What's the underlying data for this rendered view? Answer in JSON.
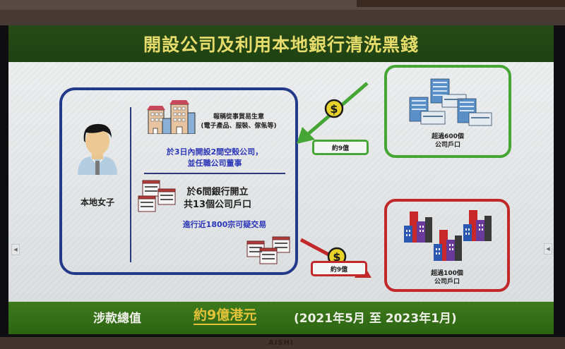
{
  "slide": {
    "title": "開設公司及利用本地銀行清洗黑錢"
  },
  "left_panel": {
    "person_label": "本地女子",
    "trade_text_line1": "報稱從事貿易生意",
    "trade_text_line2": "(電子產品、服裝、傢俬等)",
    "shell_text_line1": "於3日內開設2間空殼公司，",
    "shell_text_line2": "並任職公司董事",
    "bank_text_line1": "於6間銀行開立",
    "bank_text_line2": "共13個公司戶口",
    "transactions_text": "進行近1800宗可疑交易"
  },
  "inflow": {
    "amount_label": "約9億",
    "box_caption_line1": "超過600個",
    "box_caption_line2": "公司戶口",
    "color": "#45a636"
  },
  "outflow": {
    "amount_label": "約9億",
    "box_caption_line1": "超過100個",
    "box_caption_line2": "公司戶口",
    "color": "#c0282a"
  },
  "footer": {
    "label": "涉款總值",
    "amount": "約9億港元",
    "period": "(2021年5月 至 2023年1月)"
  },
  "nav": {
    "prev_icon": "◀",
    "next_icon": "◀"
  },
  "monitor": {
    "brand": "AISHI"
  },
  "colors": {
    "title_bg": "#274a17",
    "title_text": "#e6dc6c",
    "panel_border": "#233a8a",
    "highlight_blue": "#2a35b8",
    "footer_bg": "#3d7a1c",
    "footer_amount": "#e2c33a"
  }
}
